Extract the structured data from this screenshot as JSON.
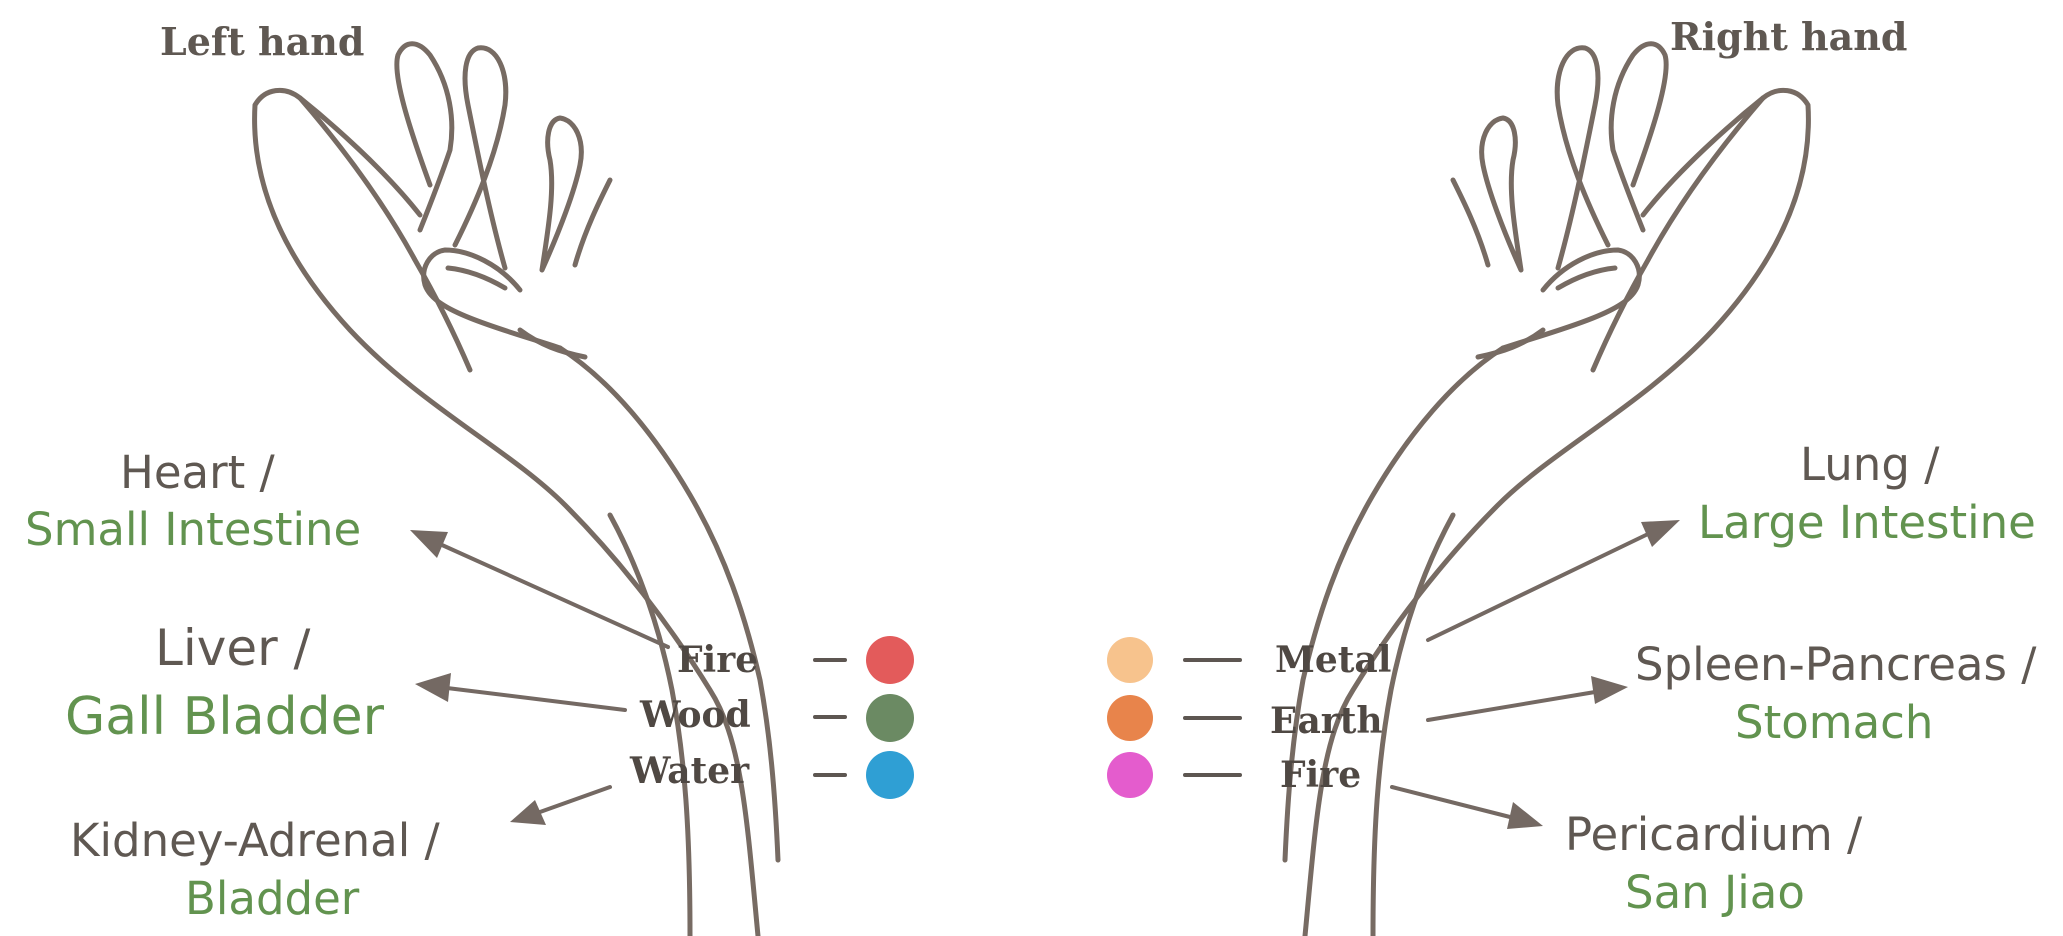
{
  "left_hand": {
    "title": "Left hand",
    "points": [
      {
        "element": "Fire",
        "color": "#e35b5b",
        "yin_organ": "Heart /",
        "yang_organ": "Small Intestine"
      },
      {
        "element": "Wood",
        "color": "#6b8a63",
        "yin_organ": "Liver /",
        "yang_organ": "Gall Bladder"
      },
      {
        "element": "Water",
        "color": "#2f9fd4",
        "yin_organ": "Kidney-Adrenal  /",
        "yang_organ": "Bladder"
      }
    ]
  },
  "right_hand": {
    "title": "Right hand",
    "points": [
      {
        "element": "Metal",
        "color": "#f7c38d",
        "yin_organ": "Lung /",
        "yang_organ": "Large Intestine"
      },
      {
        "element": "Earth",
        "color": "#e8844b",
        "yin_organ": "Spleen-Pancreas /",
        "yang_organ": "Stomach"
      },
      {
        "element": "Fire",
        "color": "#e45ccd",
        "yin_organ": "Pericardium /",
        "yang_organ": "San Jiao"
      }
    ]
  },
  "icons": {
    "left_hand_icon": "left-hand-outline",
    "right_hand_icon": "right-hand-outline",
    "arrow_icon": "arrow-pointer",
    "point_icon": "filled-circle"
  }
}
